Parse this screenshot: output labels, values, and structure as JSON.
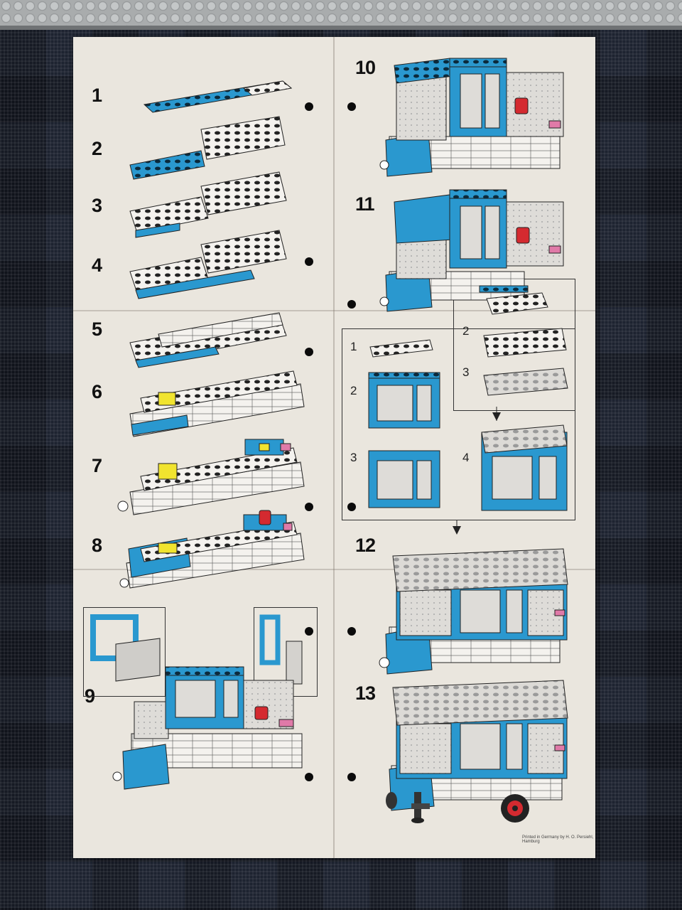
{
  "steps": [
    "1",
    "2",
    "3",
    "4",
    "5",
    "6",
    "7",
    "8",
    "9",
    "10",
    "11",
    "12",
    "13"
  ],
  "substeps_right": [
    "1",
    "2",
    "3"
  ],
  "substeps_left": [
    "1",
    "2",
    "3",
    "4"
  ],
  "printer_credit": "Printed in Germany by H. O. Persiehl, Hamburg",
  "colors": {
    "brick_blue": "#2a98cf",
    "brick_white": "#f4f2ee",
    "brick_yellow": "#f1e42f",
    "brick_red": "#d42a30",
    "brick_pink": "#e07aa8",
    "paper": "#eae6de",
    "tablecloth": "#1d2330"
  }
}
